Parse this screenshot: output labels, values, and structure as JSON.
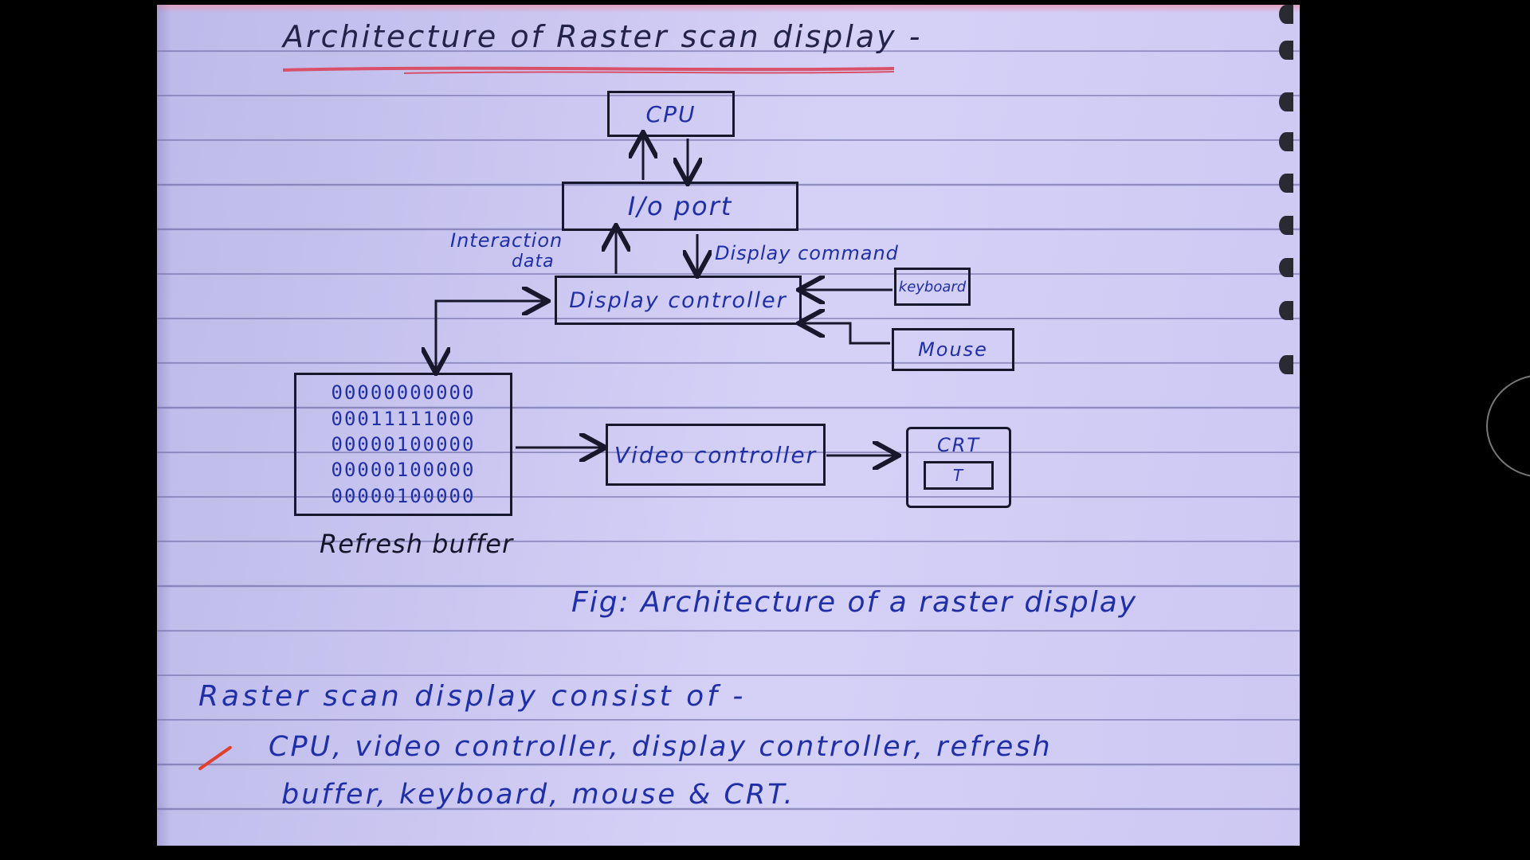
{
  "title": "Architecture of Raster scan display -",
  "diagram": {
    "nodes": {
      "cpu": "CPU",
      "io_port": "I/o port",
      "display_controller": "Display controller",
      "keyboard": "keyboard",
      "mouse": "Mouse",
      "video_controller": "Video controller",
      "crt": "CRT",
      "crt_screen": "T",
      "refresh_buffer_label": "Refresh buffer"
    },
    "edge_labels": {
      "interaction_data_1": "Interaction",
      "interaction_data_2": "data",
      "display_command": "Display command"
    },
    "refresh_buffer_rows": [
      "00000000000",
      "00011111000",
      "00000100000",
      "00000100000",
      "00000100000"
    ]
  },
  "caption": "Fig: Architecture of a raster display",
  "notes": {
    "line1": "Raster scan display consist of -",
    "line2": "CPU, video controller, display controller, refresh",
    "line3": "buffer, keyboard, mouse & CRT."
  },
  "colors": {
    "ink_blue": "#1f2fa8",
    "ink_black": "#18182c",
    "paper": "#cfcbf4",
    "underline_red": "#d8506a"
  }
}
